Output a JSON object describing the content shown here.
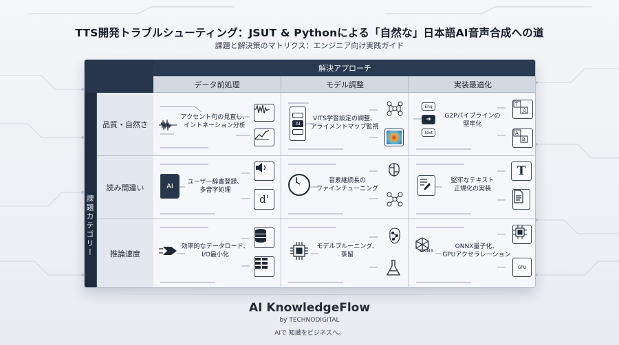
{
  "header": {
    "title": "TTS開発トラブルシューティング：JSUT & Pythonによる「自然な」日本語AI音声合成への道",
    "subtitle": "課題と解決策のマトリクス：エンジニア向け実践ガイド"
  },
  "matrix": {
    "top_header": "解決アプローチ",
    "category_label": "課題カテゴリー",
    "columns": [
      {
        "label": "データ前処理"
      },
      {
        "label": "モデル調整"
      },
      {
        "label": "実装最適化"
      }
    ],
    "rows": [
      {
        "label": "品質・自然さ",
        "cells": [
          {
            "line1": "アクセント句の見直し、",
            "line2": "イントネーション分析"
          },
          {
            "line1": "VITS学習設定の調整、",
            "line2": "アライメントマップ監視"
          },
          {
            "line1": "G2Pパイプラインの",
            "line2": "堅牢化"
          }
        ]
      },
      {
        "label": "読み間違い",
        "cells": [
          {
            "line1": "ユーザー辞書登録、",
            "line2": "多音字処理"
          },
          {
            "line1": "音素継続長の",
            "line2": "ファインチューニング"
          },
          {
            "line1": "堅牢なテキスト",
            "line2": "正規化の実装"
          }
        ]
      },
      {
        "label": "推論速度",
        "cells": [
          {
            "line1": "効率的なデータロード、",
            "line2": "I/O最小化"
          },
          {
            "line1": "モデルプルーニング、",
            "line2": "蒸留"
          },
          {
            "line1": "ONNX量子化、",
            "line2": "GPUアクセラレーション"
          }
        ]
      }
    ],
    "icon_labels": {
      "ai": "AI",
      "d_prime": "d'",
      "t_letter": "T",
      "onnx": "ONNX",
      "gpu": "GPU",
      "eng": "Eng",
      "text": "Text"
    }
  },
  "brand": {
    "name": "AI KnowledgeFlow",
    "by": "by TECHNODIGITAL",
    "tagline": "AIで 知識をビジネスへ。"
  }
}
